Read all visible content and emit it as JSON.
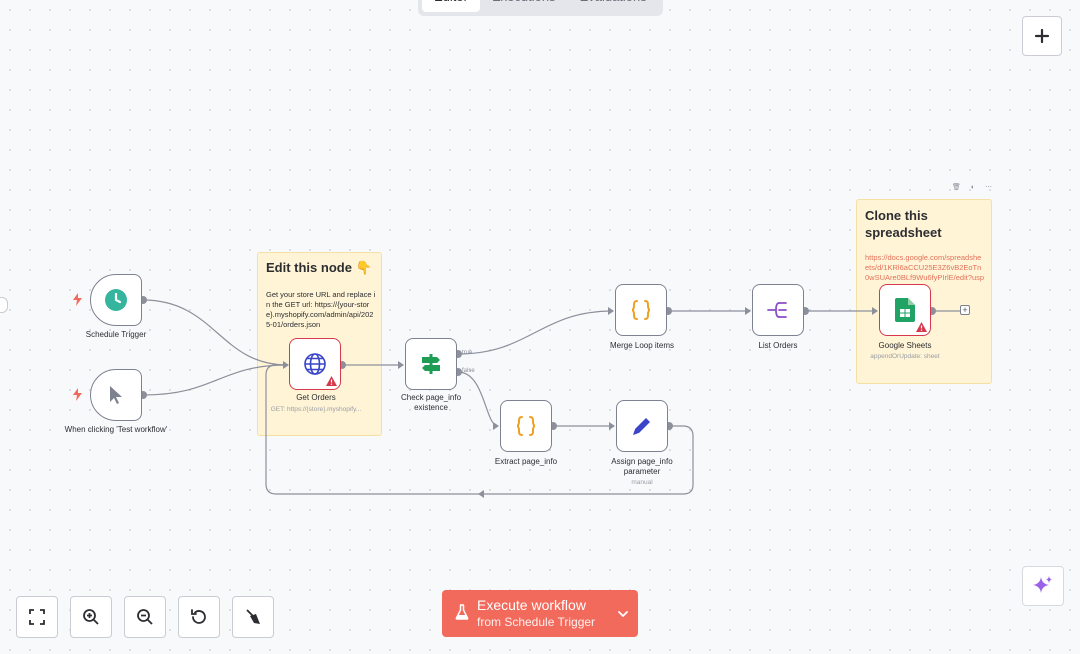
{
  "tabs": [
    {
      "label": "Editor",
      "active": true
    },
    {
      "label": "Executions",
      "active": false
    },
    {
      "label": "Evaluations",
      "active": false
    }
  ],
  "stickies": {
    "edit_node": {
      "title": "Edit this node 👇",
      "body": "Get your store URL and replace in the GET url: https://{your-store}.myshopify.com/admin/api/2025-01/orders.json"
    },
    "clone_sheet": {
      "title": "Clone this spreadsheet",
      "link": "https://docs.google.com/spreadsheets/d/1KRl6aCCU25E3Z6vB2EoTn0wSUAre0BLf9Wu6fyPIrlE/edit?usp"
    }
  },
  "nodes": {
    "schedule_trigger": {
      "label": "Schedule Trigger",
      "icon": "clock-icon",
      "color": "#35b59d"
    },
    "manual_trigger": {
      "label": "When clicking 'Test workflow'",
      "icon": "cursor-icon"
    },
    "get_orders": {
      "label": "Get Orders",
      "subtitle": "GET: https://{store}.myshopify...",
      "icon": "globe-icon",
      "color": "#3a45c9"
    },
    "check_page_info": {
      "label": "Check page_info existence",
      "icon": "signpost-icon",
      "color": "#1e9e55",
      "true_label": "true",
      "false_label": "false"
    },
    "merge_loop": {
      "label": "Merge Loop items",
      "icon": "code-braces-icon",
      "color": "#f0a020"
    },
    "list_orders": {
      "label": "List Orders",
      "icon": "split-icon",
      "color": "#8b4fc9"
    },
    "google_sheets": {
      "label": "Google Sheets",
      "subtitle": "appendOrUpdate: sheet",
      "icon": "sheets-icon",
      "color": "#21a366"
    },
    "extract_page_info": {
      "label": "Extract page_info",
      "icon": "code-braces-icon",
      "color": "#f0a020"
    },
    "assign_page_info": {
      "label": "Assign page_info parameter",
      "subtitle": "manual",
      "icon": "pencil-icon",
      "color": "#3a45c9"
    }
  },
  "execute": {
    "title": "Execute workflow",
    "subtitle": "from Schedule Trigger"
  },
  "controls": [
    "fit-view-icon",
    "zoom-in-icon",
    "zoom-out-icon",
    "reset-zoom-icon",
    "tidy-up-icon"
  ],
  "colors": {
    "accent": "#f26a5b",
    "error": "#d6384c",
    "sticky_bg": "#fff4d6"
  }
}
